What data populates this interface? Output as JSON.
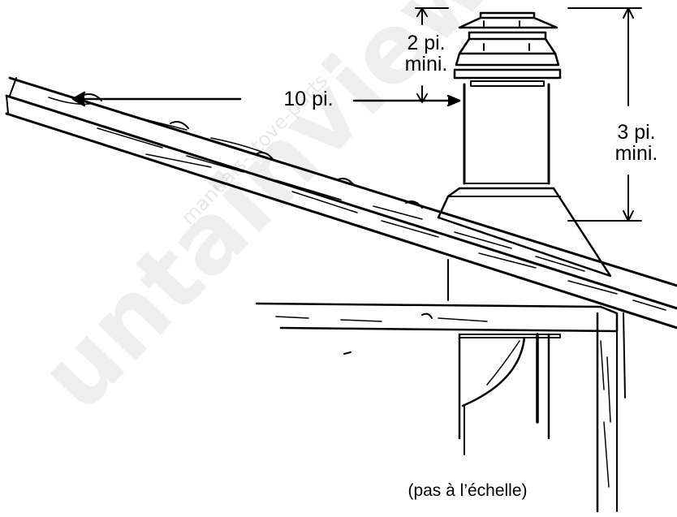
{
  "labels": {
    "cap_clearance": "2 pi.",
    "cap_clearance_min": "mini.",
    "roof_distance": "10 pi.",
    "height_above_roof": "3 pi.",
    "height_above_roof_min": "mini.",
    "scale_note": "(pas à l’échelle)"
  },
  "watermark": {
    "main": "untainview",
    "secondary": "manuals-stove-parts"
  },
  "colors": {
    "ink": "#000000",
    "paper": "#ffffff"
  }
}
